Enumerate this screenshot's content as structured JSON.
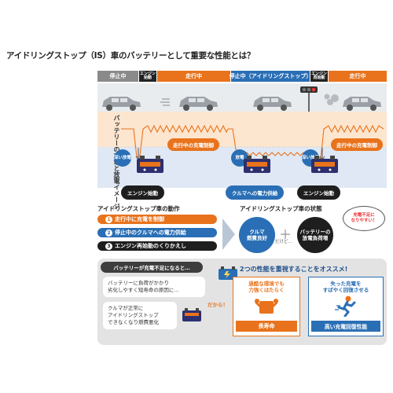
{
  "title": "アイドリングストップ（IS）車のバッテリーとして重要な性能とは？",
  "phases": {
    "stopped1": "停止中",
    "restart1": "エンジン\n始動",
    "driving1": "走行中",
    "stopped_is": "停止中（アイドリングストップ）",
    "restart2": "エンジン\n再始動",
    "driving2": "走行中"
  },
  "diagram": {
    "vertical_label": "バッテリーの充電と放電イメージ",
    "deep_discharge_1": "深い放電",
    "discharge": "放電",
    "deep_discharge_2": "深い放電",
    "charge_control_1": "走行中の充電制御",
    "charge_control_2": "走行中の充電制御",
    "engine_start": "エンジン始動",
    "power_supply": "クルマへの電力供給",
    "engine_start_2": "エンジン始動"
  },
  "operation": {
    "heading": "アイドリングストップ車の動作",
    "items": [
      {
        "num": "1",
        "text": "走行中に充電を制御",
        "color": "#e8731c"
      },
      {
        "num": "2",
        "text": "停止中のクルマへの電力供給",
        "color": "#2a6fb5"
      },
      {
        "num": "3",
        "text": "エンジン再始動のくりかえし",
        "color": "#1e1e1e"
      }
    ]
  },
  "status": {
    "heading": "アイドリングストップ車の状態",
    "good": "クルマ\n燃費良好",
    "plus": "＋",
    "but": "だけど…",
    "load": "バッテリーの\n放電負荷増",
    "warning": "充電不足に\nなりやすい！"
  },
  "bottom": {
    "question": "バッテリーが充電不足になると…",
    "issue1": "バッテリーに負荷がかかり\n劣化しやすく短寿命の原因に…",
    "issue2": "クルマが正常に\nアイドリングストップ\nできなくなり燃費悪化",
    "therefore": "だから！",
    "recommend": "2つの性能を重視することをオススメ!",
    "perf1_desc": "過酷な環境でも\n力強くはたらく",
    "perf1_label": "長寿命",
    "perf2_desc": "失った充電を\nすばやく回復させる",
    "perf2_label": "高い充電回復性能"
  },
  "colors": {
    "orange": "#e8731c",
    "blue": "#2a6fb5",
    "dark": "#1e1e1e",
    "gray": "#8a8a8a"
  }
}
